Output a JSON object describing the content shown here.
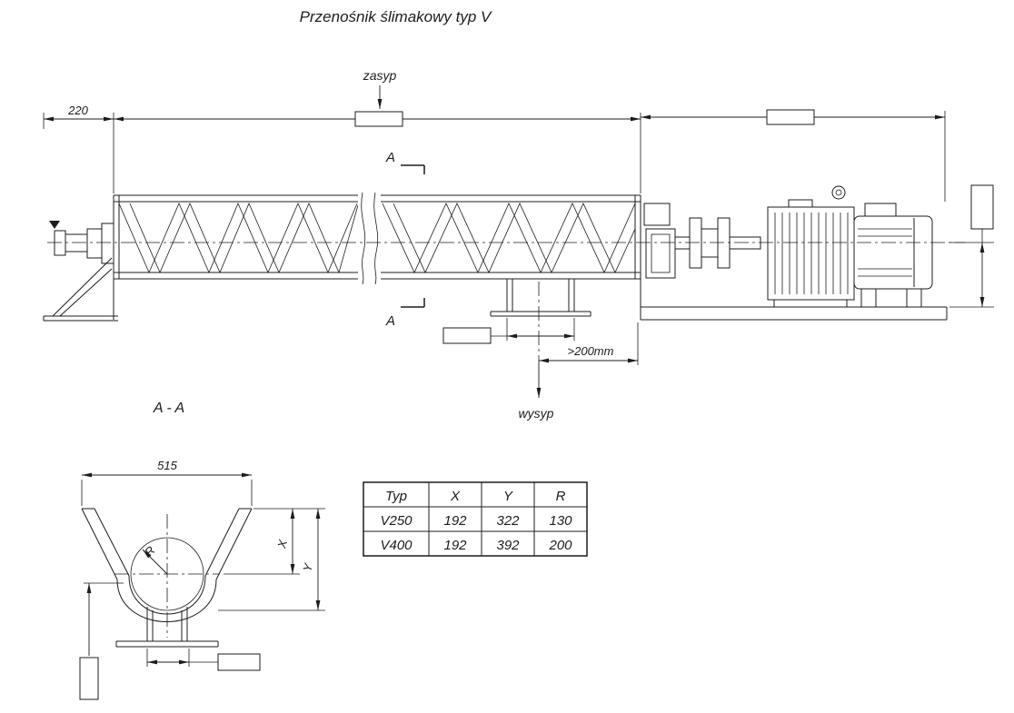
{
  "page": {
    "background_color": "#ffffff",
    "line_color": "#1c1c1c"
  },
  "drawing": {
    "title": "Przenośnik ślimakowy typ V",
    "labels": {
      "inlet": "zasyp",
      "outlet": "wysyp",
      "section_mark": "A",
      "section_title": "A - A",
      "clearance": ">200mm"
    },
    "dimensions": {
      "left_overhang": "220",
      "section_width": "515",
      "radius_label": "R",
      "x_label": "X",
      "y_label": "Y"
    },
    "table": {
      "headers": [
        "Typ",
        "X",
        "Y",
        "R"
      ],
      "rows": [
        [
          "V250",
          "192",
          "322",
          "130"
        ],
        [
          "V400",
          "192",
          "392",
          "200"
        ]
      ]
    }
  }
}
